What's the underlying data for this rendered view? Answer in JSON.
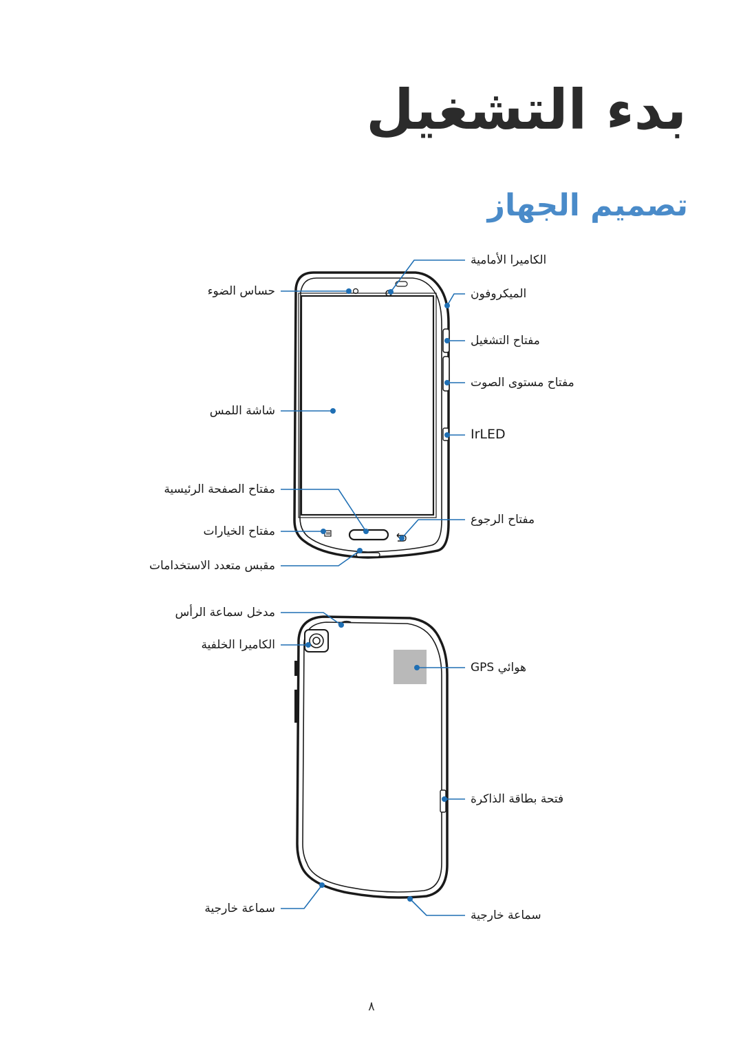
{
  "chapter_title": "بدء التشغيل",
  "section_title": "تصميم الجهاز",
  "front": {
    "left_labels": {
      "light_sensor": "حساس الضوء",
      "touchscreen": "شاشة اللمس",
      "home_button": "مفتاح الصفحة الرئيسية",
      "menu_button": "مفتاح الخيارات",
      "multipurpose_jack": "مقبس متعدد الاستخدامات"
    },
    "right_labels": {
      "front_camera": "الكاميرا الأمامية",
      "microphone": "الميكروفون",
      "power_button": "مفتاح التشغيل",
      "volume_button": "مفتاح مستوى الصوت",
      "irled": "IrLED",
      "back_button": "مفتاح الرجوع"
    }
  },
  "back": {
    "left_labels": {
      "headset_jack": "مدخل سماعة الرأس",
      "rear_camera": "الكاميرا الخلفية",
      "speaker_left": "سماعة خارجية"
    },
    "right_labels": {
      "gps_antenna": "هوائي GPS",
      "memory_slot": "فتحة بطاقة الذاكرة",
      "speaker_right": "سماعة خارجية"
    }
  },
  "page_number": "٨",
  "colors": {
    "accent": "#4a8bc9",
    "callout": "#1f6fb4",
    "device_outline": "#1a1a1a",
    "gps_patch": "#b9b9b9"
  }
}
